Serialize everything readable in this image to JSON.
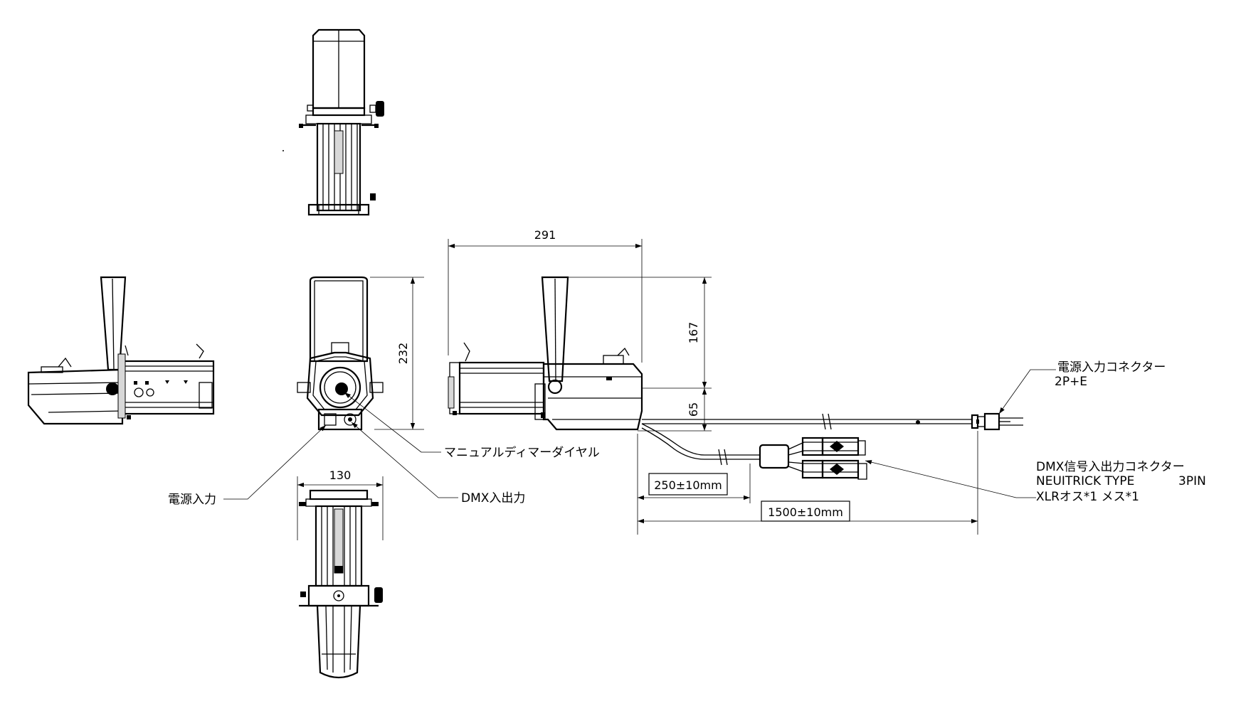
{
  "labels": {
    "power_input": "電源入力",
    "dmx_io": "DMX入出力",
    "manual_dimmer": "マニュアルディマーダイヤル",
    "power_connector": "電源入力コネクター",
    "power_connector_spec": "2P+E",
    "dmx_connector": "DMX信号入出力コネクター",
    "dmx_connector_type": "NEUITRICK TYPE",
    "dmx_connector_pins": "3PIN",
    "dmx_connector_gender": "XLRオス*1 メス*1"
  },
  "dimensions": {
    "width_front": "130",
    "height_front": "232",
    "length_side": "291",
    "upper_height": "167",
    "lower_height": "65",
    "branch_cable": "250±10mm",
    "main_cable": "1500±10mm"
  }
}
